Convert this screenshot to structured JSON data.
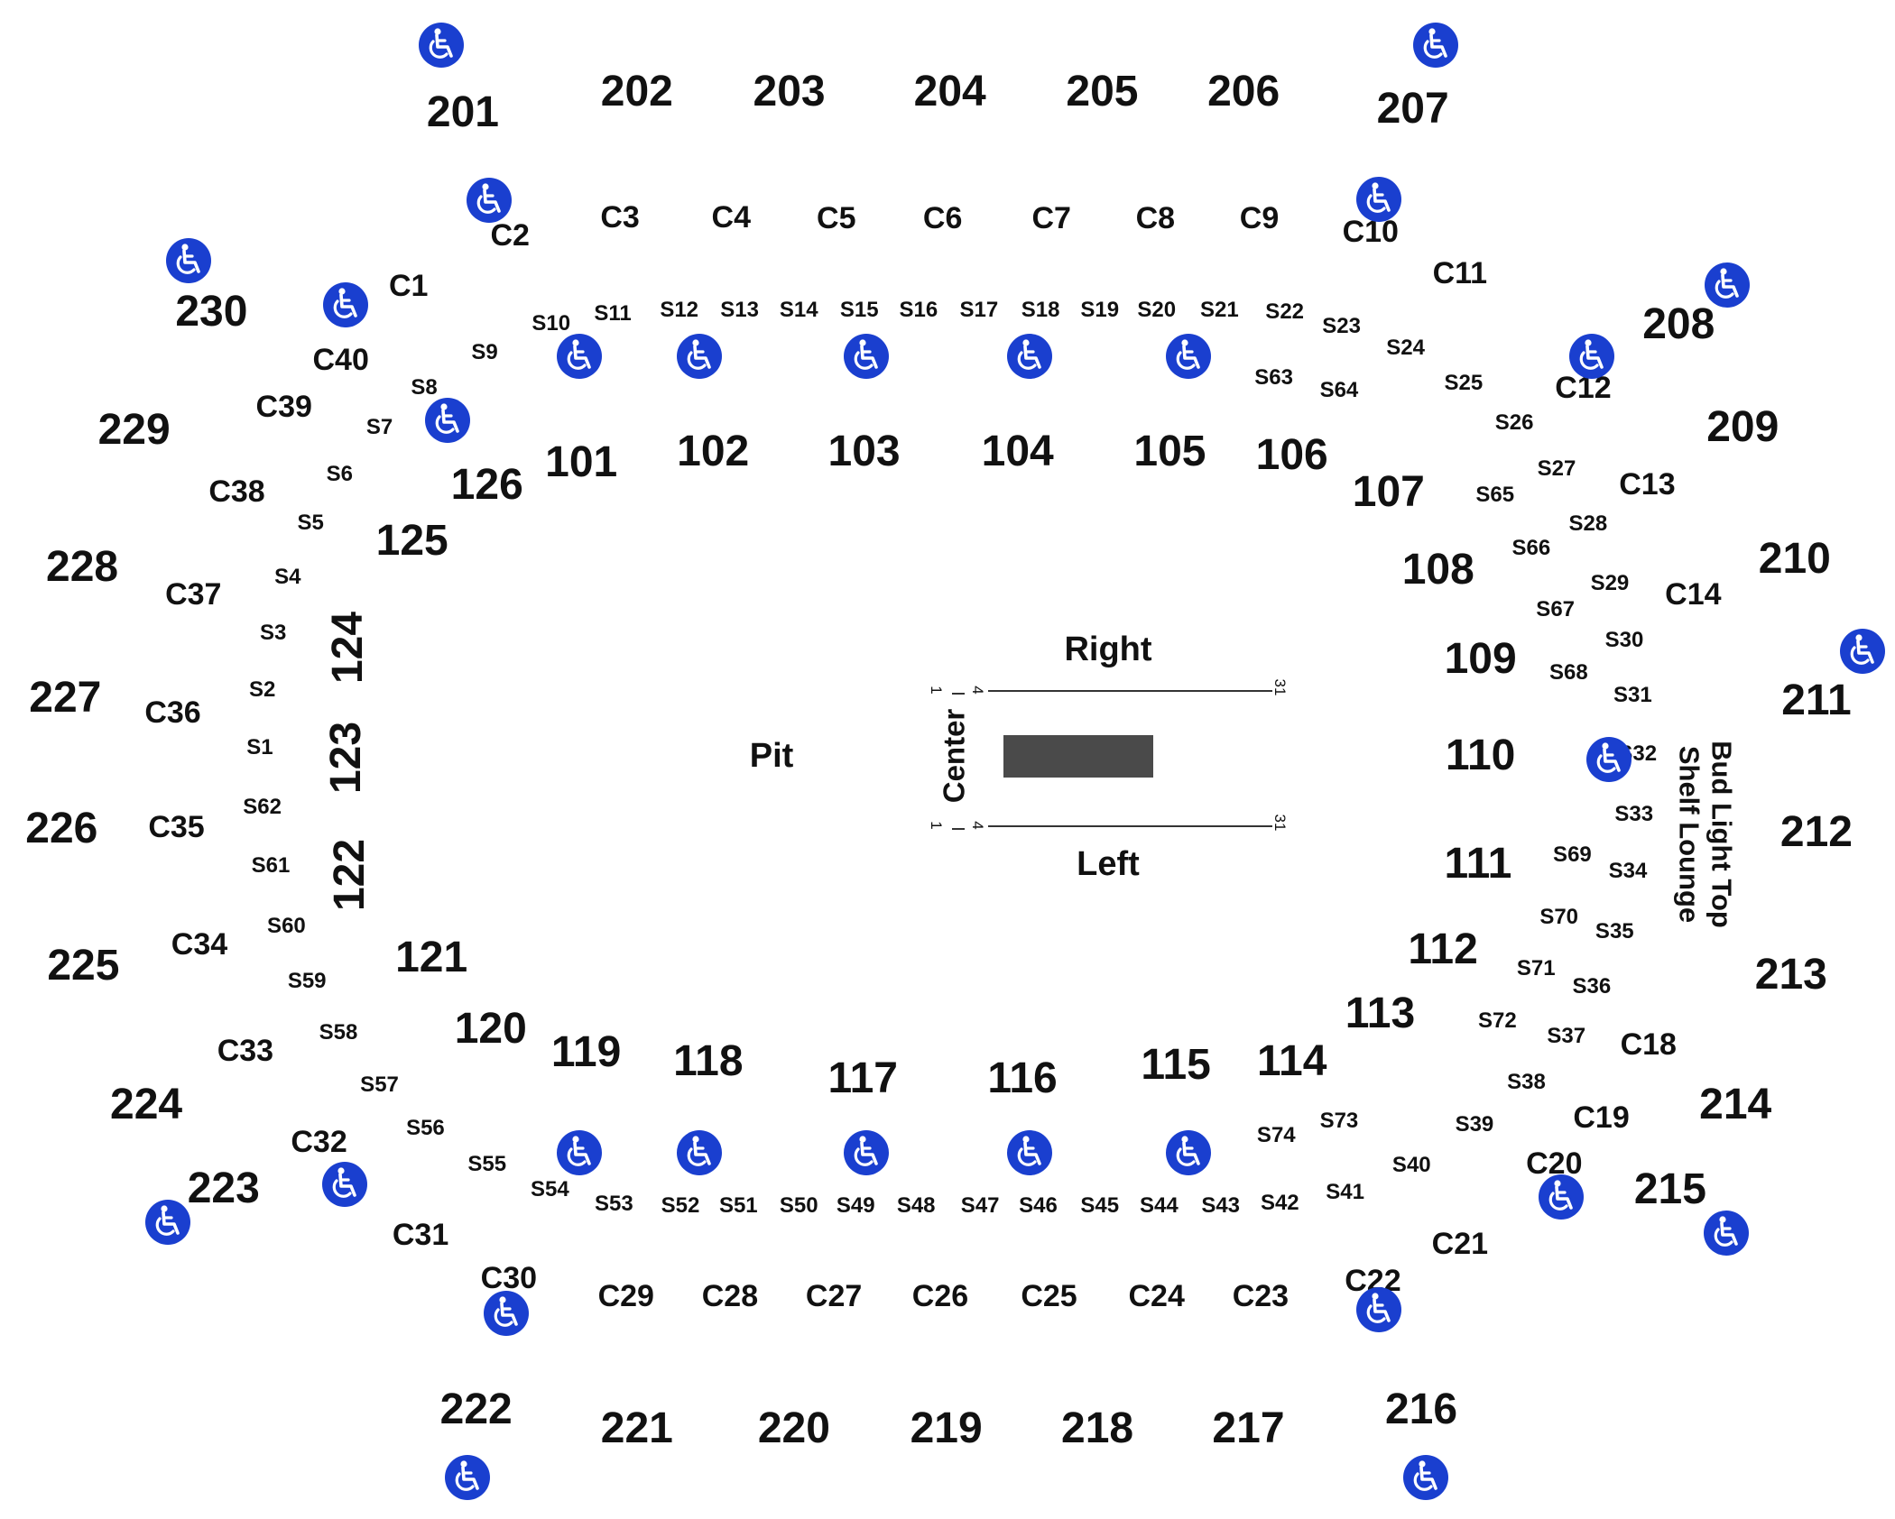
{
  "map": {
    "background": "#ffffff",
    "accessible_icon_color": "#1a3fcf",
    "stage_color": "#4a4a4a",
    "zones": {
      "pit": "Pit",
      "right": "Right",
      "left": "Left",
      "center": "Center"
    },
    "stage_row_markers": {
      "start_outer": "1",
      "start_inner": "4",
      "end": "31"
    },
    "lounge_line1": "Bud Light Top",
    "lounge_line2": "Shelf Lounge",
    "upper_sections": [
      "201",
      "202",
      "203",
      "204",
      "205",
      "206",
      "207",
      "208",
      "209",
      "210",
      "211",
      "212",
      "213",
      "214",
      "215",
      "216",
      "217",
      "218",
      "219",
      "220",
      "221",
      "222",
      "223",
      "224",
      "225",
      "226",
      "227",
      "228",
      "229",
      "230"
    ],
    "lower_sections": [
      "101",
      "102",
      "103",
      "104",
      "105",
      "106",
      "107",
      "108",
      "109",
      "110",
      "111",
      "112",
      "113",
      "114",
      "115",
      "116",
      "117",
      "118",
      "119",
      "120",
      "121",
      "122",
      "123",
      "124",
      "125",
      "126"
    ],
    "club_sections": [
      "C1",
      "C2",
      "C3",
      "C4",
      "C5",
      "C6",
      "C7",
      "C8",
      "C9",
      "C10",
      "C11",
      "C12",
      "C13",
      "C14",
      "C18",
      "C19",
      "C20",
      "C21",
      "C22",
      "C23",
      "C24",
      "C25",
      "C26",
      "C27",
      "C28",
      "C29",
      "C30",
      "C31",
      "C32",
      "C33",
      "C34",
      "C35",
      "C36",
      "C37",
      "C38",
      "C39",
      "C40"
    ],
    "suites": [
      "S1",
      "S2",
      "S3",
      "S4",
      "S5",
      "S6",
      "S7",
      "S8",
      "S9",
      "S10",
      "S11",
      "S12",
      "S13",
      "S14",
      "S15",
      "S16",
      "S17",
      "S18",
      "S19",
      "S20",
      "S21",
      "S22",
      "S23",
      "S24",
      "S25",
      "S26",
      "S27",
      "S28",
      "S29",
      "S30",
      "S31",
      "S32",
      "S33",
      "S34",
      "S35",
      "S36",
      "S37",
      "S38",
      "S39",
      "S40",
      "S41",
      "S42",
      "S43",
      "S44",
      "S45",
      "S46",
      "S47",
      "S48",
      "S49",
      "S50",
      "S51",
      "S52",
      "S53",
      "S54",
      "S55",
      "S56",
      "S57",
      "S58",
      "S59",
      "S60",
      "S61",
      "S62",
      "S63",
      "S64",
      "S65",
      "S66",
      "S67",
      "S68",
      "S69",
      "S70",
      "S71",
      "S72",
      "S73",
      "S74"
    ],
    "accessible_icon": "wheelchair-icon"
  }
}
